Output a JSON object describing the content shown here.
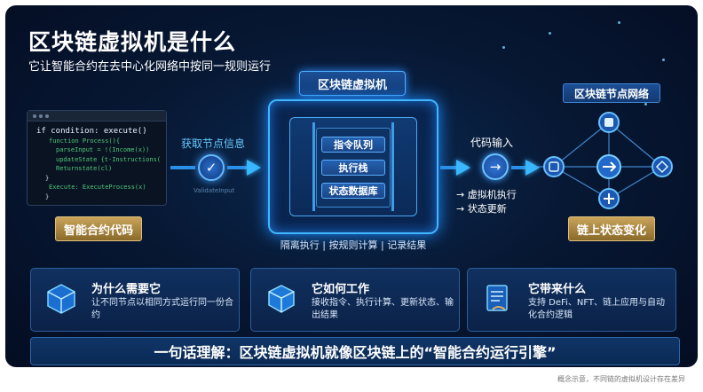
{
  "title": "区块链虚拟机是什么",
  "subtitle": "它让智能合约在去中心化网络中按同一规则运行",
  "code_window": {
    "main_line": "if condition: execute()",
    "lines": [
      "function Process(){",
      "parseInput = !(Income(x))",
      "updateState {t-Instructions(d)}",
      "Returnstate(cl)",
      "}",
      "Execute: ExecuteProcess(x)",
      "}"
    ]
  },
  "smart_contract_label": "智能合约代码",
  "flow_step_1": "获取节点信息",
  "flow_note_1": "ValidateInput",
  "chip": {
    "title": "区块链虚拟机",
    "stack": [
      "指令队列",
      "执行栈",
      "状态数据库"
    ],
    "caption": "隔离执行 | 按规则计算 | 记录结果"
  },
  "code_input_label": "代码输入",
  "vm_exec": [
    "→ 虚拟机执行",
    "→ 状态更新"
  ],
  "network_title": "区块链节点网络",
  "state_change_label": "链上状态变化",
  "cards": [
    {
      "title": "为什么需要它",
      "desc": "让不同节点以相同方式运行同一份合约"
    },
    {
      "title": "它如何工作",
      "desc": "接收指令、执行计算、更新状态、输出结果"
    },
    {
      "title": "它带来什么",
      "desc": "支持 DeFi、NFT、链上应用与自动化合约逻辑"
    }
  ],
  "summary": "一句话理解：区块链虚拟机就像区块链上的“智能合约运行引擎”",
  "footnote": "概念示意，不同链的虚拟机设计存在差异",
  "icons": {
    "check": "check-icon",
    "arrow": "arrow-right-icon",
    "cube": "cube-icon",
    "document": "document-icon"
  },
  "colors": {
    "background": "#071834",
    "accent": "#3fb6ff",
    "gold": "#c9a45a"
  }
}
